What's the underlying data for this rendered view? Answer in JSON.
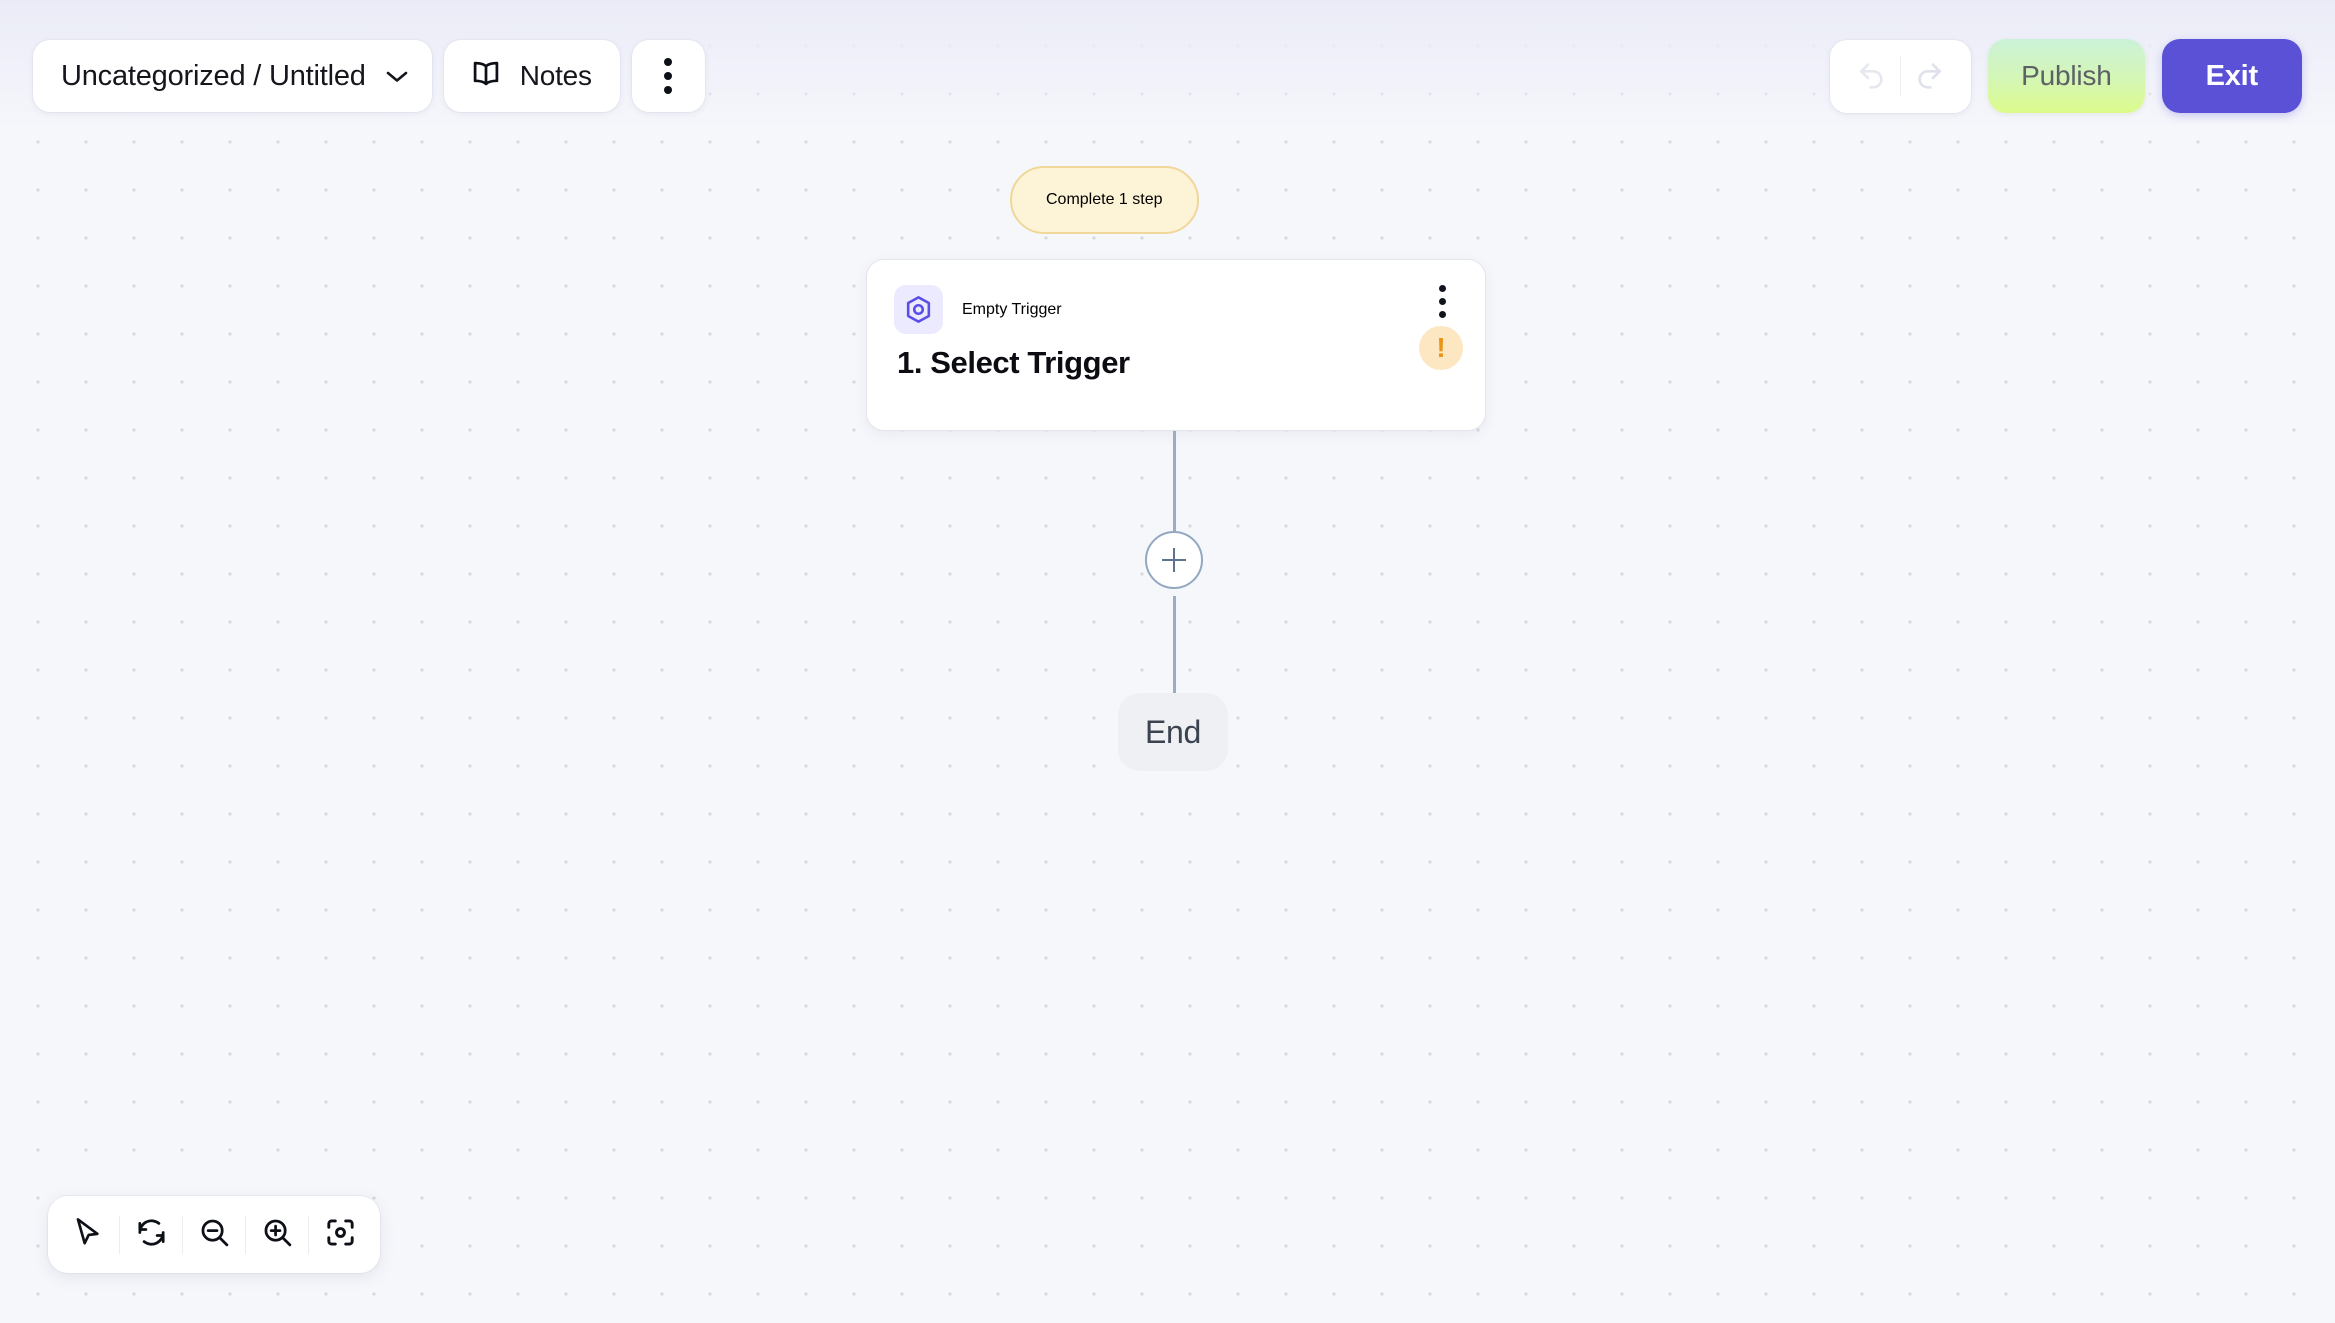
{
  "app": {
    "background_color": "#f6f7fb",
    "accent_color": "#5a51d6"
  },
  "header": {
    "workflow_title": "Uncategorized / Untitled",
    "workflow_title_icon": "chevron-down-icon",
    "notes_label": "Notes",
    "notes_icon": "book-icon",
    "more_menu_icon": "three-dots-vertical-icon",
    "undo_icon": "undo-arrow-icon",
    "redo_icon": "redo-arrow-icon",
    "undo_enabled": false,
    "redo_enabled": false,
    "publish_label": "Publish",
    "publish_gradient_from": "#cbf2d9",
    "publish_gradient_to": "#dcfb8b",
    "exit_label": "Exit",
    "exit_color": "#5a51d6"
  },
  "canvas": {
    "status_badge": {
      "label": "Complete 1 step",
      "background": "#fdf4d7",
      "border": "#f0d79a",
      "text_color": "#9a5f11"
    },
    "trigger_node": {
      "app_label": "Empty Trigger",
      "app_icon": "hexagon-target-icon",
      "step_title": "1. Select Trigger",
      "menu_icon": "three-dots-vertical-icon",
      "warning_icon": "exclamation-icon",
      "warning_background": "#fde7c2",
      "warning_color": "#e8961b"
    },
    "add_step_button": {
      "icon": "plus-icon"
    },
    "end_node": {
      "label": "End",
      "background": "#eef0f3"
    }
  },
  "toolbar": {
    "items": [
      {
        "name": "select-tool",
        "icon": "cursor-arrow-icon"
      },
      {
        "name": "reset-view-tool",
        "icon": "refresh-icon"
      },
      {
        "name": "zoom-out-tool",
        "icon": "magnifier-minus-icon"
      },
      {
        "name": "zoom-in-tool",
        "icon": "magnifier-plus-icon"
      },
      {
        "name": "fit-view-tool",
        "icon": "scan-focus-icon"
      }
    ]
  }
}
